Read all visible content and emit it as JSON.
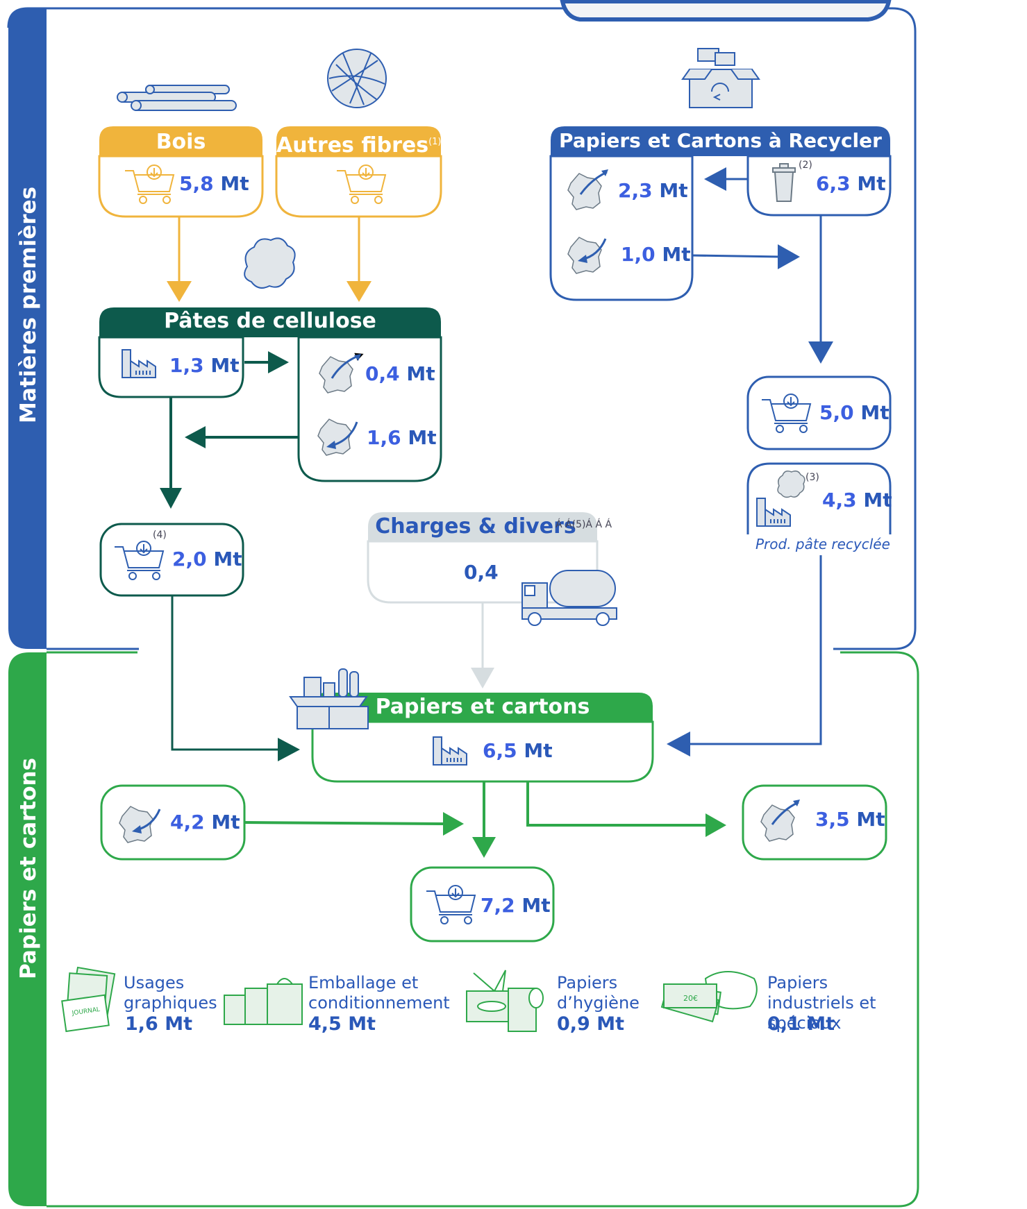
{
  "sections": {
    "raw_materials": "Matières premières",
    "paper_board": "Papiers et cartons"
  },
  "colors": {
    "blue": "#2e5eb0",
    "green": "#2ea84a",
    "dark_green": "#0d5a4c",
    "yellow": "#f0b43c",
    "grey": "#d6dde0",
    "value_blue": "#3c5fe0"
  },
  "boxes": {
    "bois": {
      "title": "Bois",
      "value": "5,8",
      "unit": "Mt"
    },
    "autres_fibres": {
      "title": "Autres fibres",
      "note": "(1)"
    },
    "pates": {
      "title": "Pâtes de cellulose",
      "production": {
        "value": "1,3",
        "unit": "Mt"
      },
      "export": {
        "value": "0,4",
        "unit": "Mt"
      },
      "import": {
        "value": "1,6",
        "unit": "Mt"
      },
      "consumption": {
        "value": "2,0",
        "unit": "Mt",
        "note": "(4)"
      }
    },
    "recycler": {
      "title": "Papiers et Cartons à Recycler",
      "collected": {
        "value": "6,3",
        "unit": "Mt",
        "note": "(2)"
      },
      "export": {
        "value": "2,3",
        "unit": "Mt"
      },
      "import": {
        "value": "1,0",
        "unit": "Mt"
      },
      "consumption": {
        "value": "5,0",
        "unit": "Mt"
      },
      "pulp": {
        "value": "4,3",
        "unit": "Mt",
        "note": "(3)"
      },
      "pulp_caption": "Prod. pâte recyclée"
    },
    "charges": {
      "title": "Charges & divers",
      "value": "0,4",
      "glyphs": "Á Á(5)Á Á Á"
    },
    "papiers": {
      "title": "Papiers et cartons",
      "production": {
        "value": "6,5",
        "unit": "Mt"
      },
      "import": {
        "value": "4,2",
        "unit": "Mt"
      },
      "export": {
        "value": "3,5",
        "unit": "Mt"
      },
      "consumption": {
        "value": "7,2",
        "unit": "Mt"
      }
    }
  },
  "uses": [
    {
      "label": "Usages graphiques",
      "value": "1,6",
      "unit": "Mt"
    },
    {
      "label": "Emballage et conditionnement",
      "value": "4,5",
      "unit": "Mt"
    },
    {
      "label": "Papiers d’hygiène",
      "value": "0,9",
      "unit": "Mt"
    },
    {
      "label": "Papiers industriels et spéciaux",
      "value": "0,1",
      "unit": "Mt"
    }
  ],
  "icons": {
    "logs": "logs-icon",
    "fiber_ball": "fiber-ball-icon",
    "recycle_box": "recycle-box-icon",
    "cart": "cart-icon",
    "factory": "factory-icon",
    "france_export": "france-export-icon",
    "france_import": "france-import-icon",
    "bin": "recycle-bin-icon",
    "pulp": "pulp-icon",
    "truck": "tanker-truck-icon",
    "paper_box": "paper-box-icon",
    "journal": "journal-icon",
    "bags": "shopping-bags-icon",
    "tissue": "tissue-icon",
    "banknote": "banknote-icon"
  }
}
